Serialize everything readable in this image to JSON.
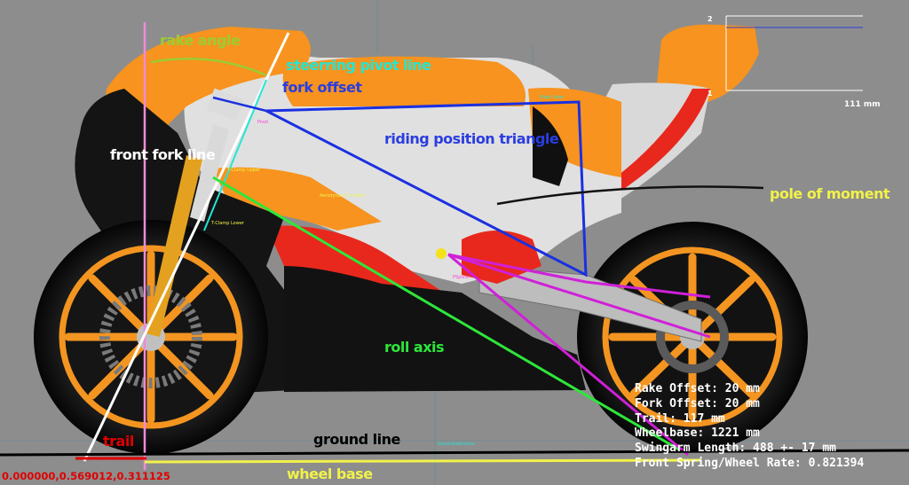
{
  "viewport": {
    "title": ""
  },
  "colors": {
    "background": "#8d8d8d",
    "body_orange": "#f7931e",
    "body_red": "#e8281c",
    "fairing_black": "#111111",
    "wheel_orange": "#f39520",
    "rake_angle_label": "#9ccc32",
    "pivot_label": "#22e6d6",
    "fork_offset_label": "#2a3de0",
    "riding_triangle_label": "#2a3de0",
    "pole_label": "#f2f24a",
    "roll_axis_label": "#2ee63a",
    "ground_line_label": "#000000",
    "trail_label": "#e00000",
    "wheel_base_label": "#f2f24a",
    "readout_text": "#ffffff",
    "coords_text": "#e00000"
  },
  "labels": {
    "rake_angle": "rake angle",
    "steering_pivot_line": "steerring pivot line",
    "fork_offset": "fork offset",
    "front_fork_line": "front fork line",
    "riding_position_triangle": "riding position triangle",
    "pole_of_moment": "pole of moment",
    "roll_axis": "roll axis",
    "ground_line": "ground line",
    "trail": "trail",
    "wheel_base": "wheel base"
  },
  "readout": {
    "rake_offset": "Rake Offset: 20 mm",
    "fork_offset": "Fork Offset: 20 mm",
    "trail": "Trail: 117 mm",
    "wheelbase": "Wheelbase: 1221 mm",
    "swingarm_length": "Swingarm Length: 488 +- 17 mm",
    "front_spring_wheel_rate": "Front Spring/Wheel Rate: 0.821394"
  },
  "coords": "0.000000,0.569012,0.311125",
  "scale": {
    "label": "111 mm",
    "tick_top": "2",
    "tick_bottom": "1"
  },
  "helper_labels": {
    "pivot_upper": "Pivot",
    "yoke_upper": "T-Clamp Upper",
    "yoke_lower": "T-Clamp Lower",
    "swingarm_pivot": "PSpivot",
    "rider_view": "Rider View",
    "aerodynamic_center": "Aerodynamic Center",
    "ground_reference": "Groundreference"
  },
  "icons": {
    "front_wheel": "wheel-icon",
    "rear_wheel": "wheel-icon",
    "cg_marker": "circle-marker-icon"
  }
}
